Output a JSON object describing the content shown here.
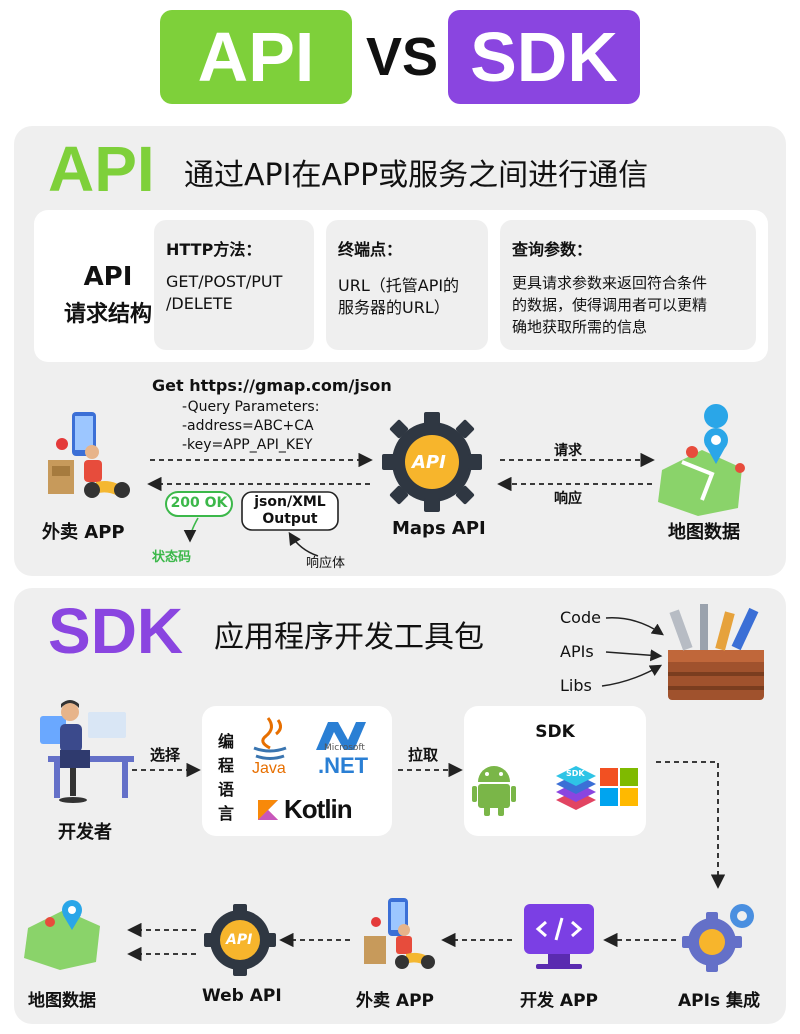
{
  "header": {
    "left": "API",
    "vs": "VS",
    "right": "SDK"
  },
  "api": {
    "big_title": "API",
    "subtitle": "通过API在APP或服务之间进行通信",
    "struct_label_1": "API",
    "struct_label_2": "请求结构",
    "cards": [
      {
        "title": "HTTP方法：",
        "lines": [
          "GET/POST/PUT",
          "/DELETE"
        ]
      },
      {
        "title": "终端点：",
        "lines": [
          "URL（托管API的",
          "服务器的URL）"
        ]
      },
      {
        "title": "查询参数：",
        "lines": [
          "更具请求参数来返回符合条件",
          "的数据，使得调用者可以更精",
          "确地获取所需的信息"
        ]
      }
    ],
    "flow": {
      "request_line": "Get https://gmap.com/json",
      "params": [
        "-Query Parameters:",
        "-address=ABC+CA",
        "-key=APP_API_KEY"
      ],
      "status_badge": "200 OK",
      "status_label": "状态码",
      "output_1": "json/XML",
      "output_2": "Output",
      "response_body_label": "响应体",
      "request_label": "请求",
      "response_label": "响应",
      "app_label": "外卖 APP",
      "maps_label": "Maps API",
      "maps_badge": "API",
      "data_label": "地图数据"
    }
  },
  "sdk": {
    "big_title": "SDK",
    "subtitle": "应用程序开发工具包",
    "toolbox_items": [
      "Code",
      "APIs",
      "Libs"
    ],
    "developer_label": "开发者",
    "choose_label": "选择",
    "lang_vertical": [
      "编",
      "程",
      "语",
      "言"
    ],
    "lang_logos": {
      "java": "Java",
      "net_small": "Microsoft",
      "net": ".NET",
      "kotlin": "Kotlin"
    },
    "pull_label": "拉取",
    "sdk_box_title": "SDK",
    "sdk_badge": "SDK",
    "bottom_flow": [
      {
        "label": "地图数据"
      },
      {
        "label": "Web API",
        "badge": "API"
      },
      {
        "label": "外卖 APP"
      },
      {
        "label": "开发 APP"
      },
      {
        "label": "APIs 集成"
      }
    ]
  },
  "colors": {
    "green": "#7ed03a",
    "purple": "#8a45e0",
    "gray_panel": "#efefef",
    "status_green": "#3cb84a"
  }
}
